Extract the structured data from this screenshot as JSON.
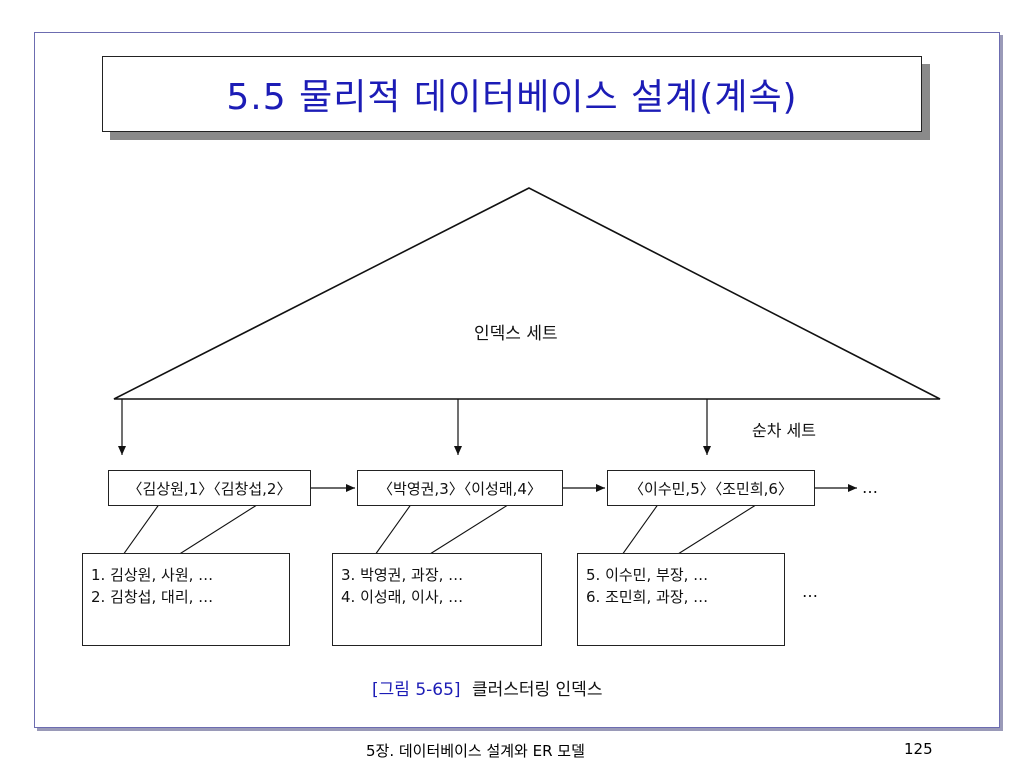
{
  "slide": {
    "title": "5.5 물리적 데이터베이스 설계(계속)"
  },
  "diagram": {
    "index_set_label": "인덱스 세트",
    "sequence_set_label": "순차 세트",
    "sequence_nodes": [
      "〈김상원,1〉〈김창섭,2〉",
      "〈박영권,3〉〈이성래,4〉",
      "〈이수민,5〉〈조민희,6〉"
    ],
    "node_ellipsis": "…",
    "records": [
      {
        "row1": "1. 김상원, 사원, …",
        "row2": "2. 김창섭, 대리, …"
      },
      {
        "row1": "3. 박영권, 과장, …",
        "row2": "4. 이성래, 이사, …"
      },
      {
        "row1": "5. 이수민, 부장, …",
        "row2": "6. 조민희, 과장, …"
      }
    ],
    "record_ellipsis": "…"
  },
  "caption": {
    "figure_number": "[그림 5-65]",
    "figure_title": "클러스터링 인덱스"
  },
  "footer": {
    "chapter": "5장. 데이터베이스 설계와 ER 모델",
    "page": "125"
  }
}
